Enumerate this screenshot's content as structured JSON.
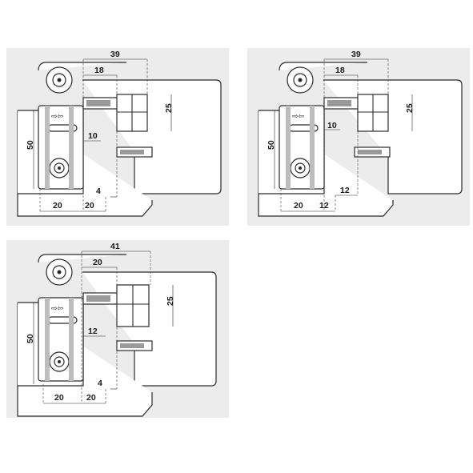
{
  "panels": [
    {
      "id": "top-left",
      "dims": {
        "top_total": "39",
        "top_inner": "18",
        "height_right": "25",
        "mid_gap": "10",
        "height_left": "50",
        "bottom_gap": "4",
        "bottom_a": "20",
        "bottom_b": "20"
      }
    },
    {
      "id": "top-right",
      "dims": {
        "top_total": "39",
        "top_inner": "18",
        "height_right": "25",
        "mid_gap": "10",
        "height_left": "50",
        "bottom_gap": "12",
        "bottom_a": "20",
        "bottom_b": "12"
      }
    },
    {
      "id": "bottom-left",
      "dims": {
        "top_total": "41",
        "top_inner": "20",
        "height_right": "25",
        "mid_gap": "12",
        "height_left": "50",
        "bottom_gap": "4",
        "bottom_a": "20",
        "bottom_b": "20"
      }
    }
  ],
  "colors": {
    "panel_bg": "#ececec",
    "line": "#2a2a2a",
    "fill": "#ffffff",
    "shade": "#bdbdbd"
  },
  "markers": {
    "arrows": "⇨⇦"
  }
}
